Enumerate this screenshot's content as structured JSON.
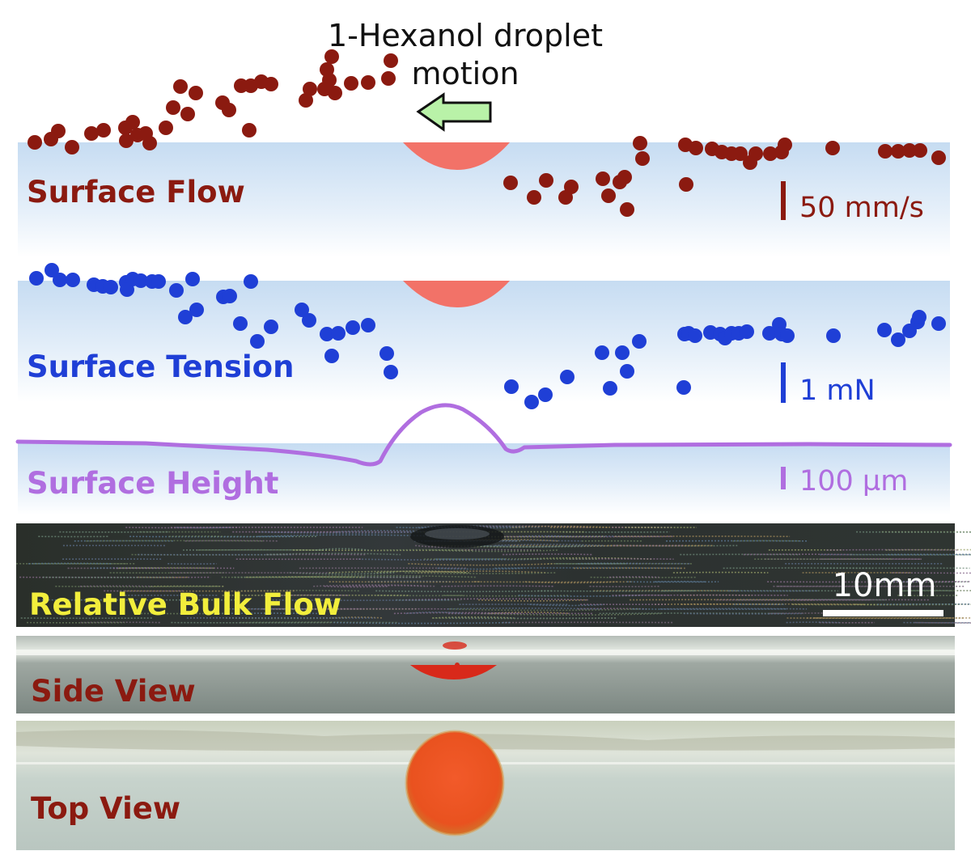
{
  "title": {
    "line1": "1-Hexanol droplet",
    "line2": "motion"
  },
  "colors": {
    "flow": "#8b1a10",
    "tension": "#1f3fd6",
    "height": "#b06ee0",
    "droplet": "#f27268",
    "arrow": "#b9f2a8",
    "bulk_label": "#f2ee3c",
    "view_label": "#8b1a10"
  },
  "panels": {
    "surface_flow": {
      "label": "Surface Flow",
      "scale": "50 mm/s"
    },
    "surface_tension": {
      "label": "Surface Tension",
      "scale": "1 mN"
    },
    "surface_height": {
      "label": "Surface Height",
      "scale": "100 µm"
    },
    "bulk_flow": {
      "label": "Relative Bulk Flow",
      "scale": "10mm"
    },
    "side_view": {
      "label": "Side View"
    },
    "top_view": {
      "label": "Top View"
    }
  }
}
